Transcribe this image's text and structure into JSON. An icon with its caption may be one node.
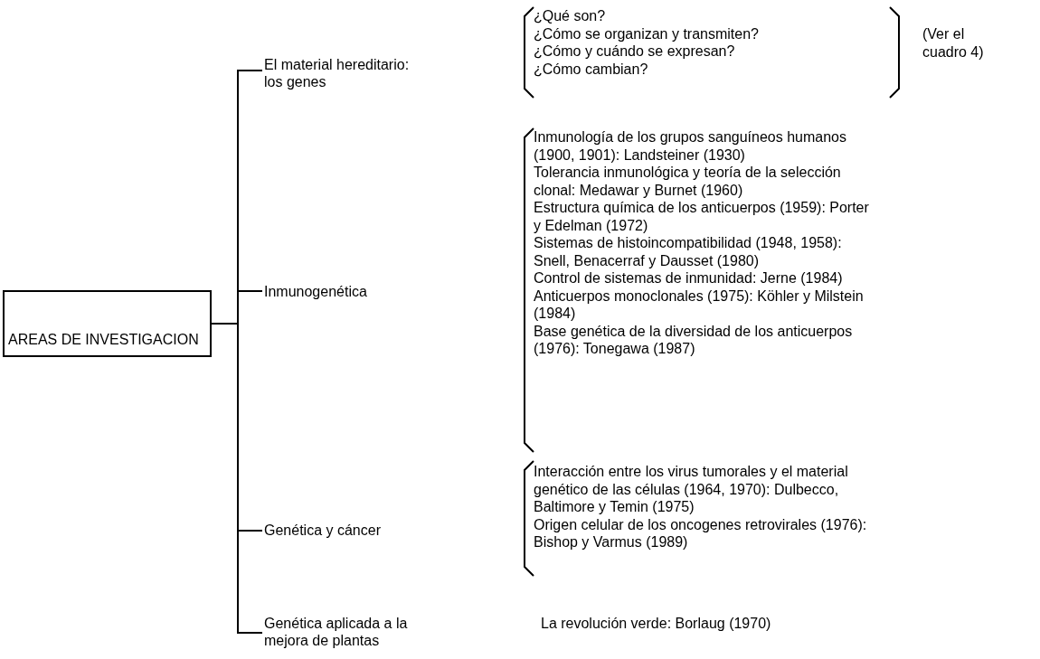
{
  "diagram": {
    "nodes": [
      {
        "text": [
          "AREAS DE INVESTIGACION"
        ]
      },
      {
        "text": [
          "El material hereditario: los genes"
        ]
      },
      {
        "text": [
          "Inmunogenética"
        ]
      },
      {
        "text": [
          "Genética y cáncer"
        ]
      },
      {
        "text": [
          "Genética aplicada a la mejora de plantas"
        ]
      }
    ],
    "edges": [
      {
        "from": 0,
        "to": 1,
        "arrow": "none"
      },
      {
        "from": 0,
        "to": 2,
        "arrow": "none"
      },
      {
        "from": 0,
        "to": 3,
        "arrow": "none"
      },
      {
        "from": 0,
        "to": 4,
        "arrow": "none"
      }
    ],
    "labels": [
      "¿Qué son?",
      "¿Cómo se organizan y transmiten?",
      "¿Cómo y cuándo se expresan?",
      "¿Cómo cambian?",
      "(Ver el cuadro 4)",
      "Inmunología de los grupos sanguíneos humanos (1900, 1901): Landsteiner (1930)",
      "Tolerancia inmunológica y teoría de la selección clonal: Medawar y Burnet (1960)",
      "Estructura química de los anticuerpos (1959): Porter y Edelman (1972)",
      "Sistemas de histoincompatibilidad (1948, 1958): Snell, Benacerraf y Dausset (1980)",
      "Control de sistemas de inmunidad: Jerne (1984)",
      "Anticuerpos monoclonales (1975): Köhler y Milstein (1984)",
      "Base genética de la diversidad de los anticuerpos (1976): Tonegawa (1987)",
      "Interacción entre los virus tumorales y el material genético de las células (1964, 1970): Dulbecco, Baltimore y Temin (1975)",
      "Origen celular de los oncogenes retrovirales (1976): Bishop y Varmus (1989)",
      "La revolución verde: Borlaug (1970)"
    ]
  }
}
